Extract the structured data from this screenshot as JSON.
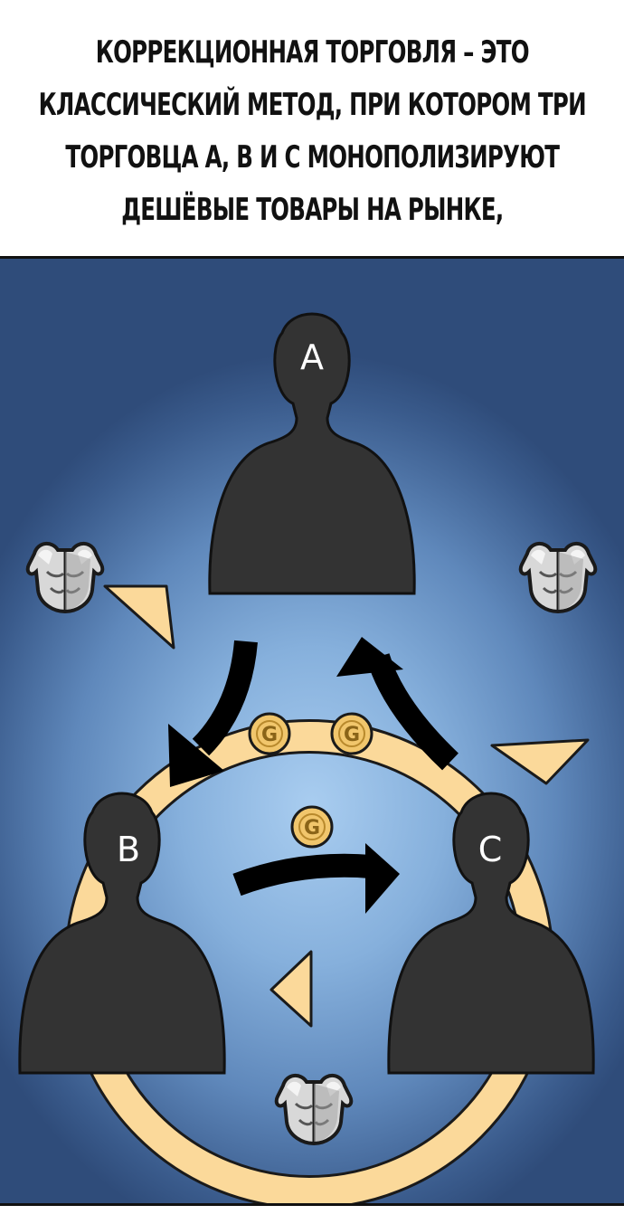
{
  "caption": {
    "lines": [
      "КОРРЕКЦИОННАЯ ТОРГОВЛЯ – ЭТО",
      "КЛАССИЧЕСКИЙ МЕТОД, ПРИ КОТОРОМ ТРИ",
      "ТОРГОВЦА А, В И С МОНОПОЛИЗИРУЮТ",
      "ДЕШЁВЫЕ ТОВАРЫ НА РЫНКЕ,"
    ]
  },
  "diagram": {
    "traders": [
      {
        "label": "A"
      },
      {
        "label": "B"
      },
      {
        "label": "C"
      }
    ],
    "coin_symbol": "G",
    "colors": {
      "silhouette": "#333333",
      "ring": "#fbd99a",
      "ring_outline": "#1a1a1a",
      "coin": "#f1c66c",
      "arrow": "#000000"
    },
    "icons": [
      "armor-icon",
      "armor-icon",
      "armor-icon",
      "coin-icon"
    ]
  }
}
